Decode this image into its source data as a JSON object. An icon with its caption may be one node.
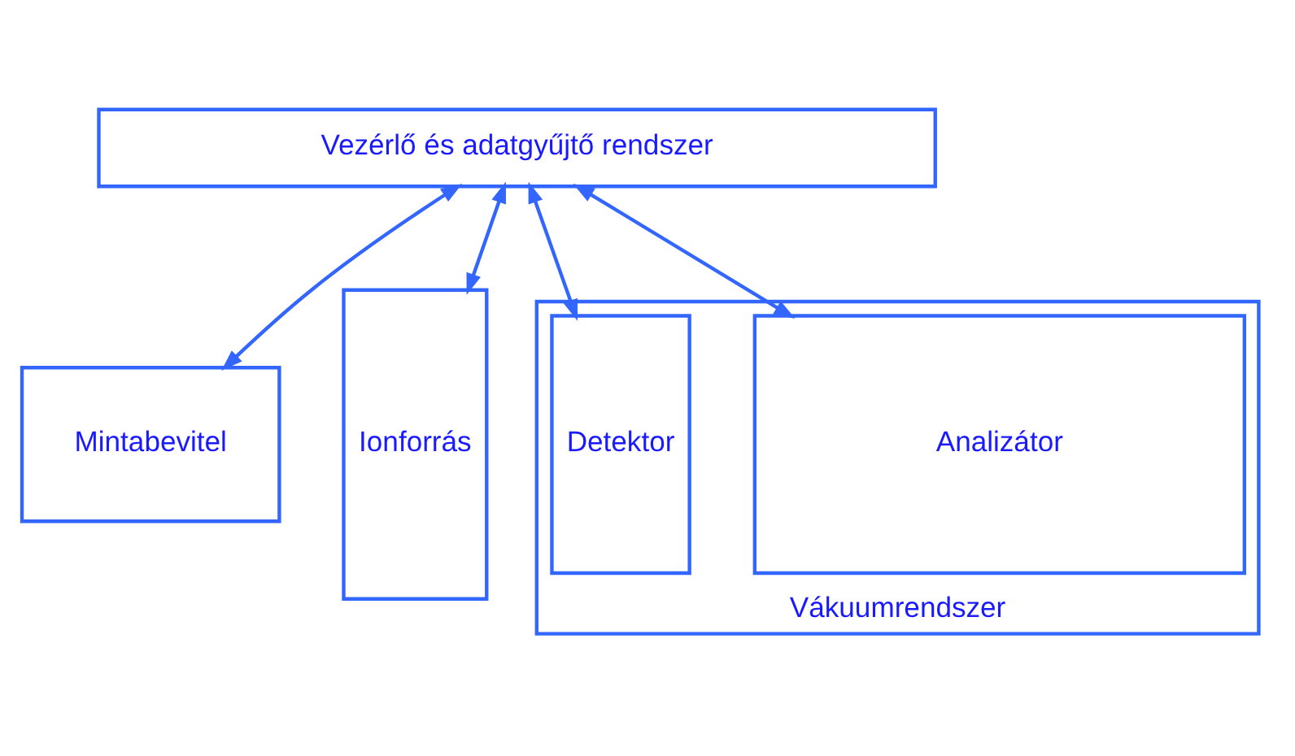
{
  "diagram": {
    "nodes": [
      {
        "text": [
          "Vezérlő és adatgyűjtő rendszer"
        ]
      },
      {
        "text": [
          "Mintabevitel"
        ]
      },
      {
        "text": [
          "Ionforrás"
        ]
      },
      {
        "text": [
          "Vákuumrendszer"
        ]
      },
      {
        "text": [
          "Analizátor"
        ],
        "in": 3
      },
      {
        "text": [
          "Detektor"
        ],
        "in": 3
      }
    ],
    "edges": [
      {
        "from": 0,
        "to": 1,
        "arrow": "both"
      },
      {
        "from": 0,
        "to": 2,
        "arrow": "both"
      },
      {
        "from": 0,
        "to": 4,
        "arrow": "both"
      },
      {
        "from": 0,
        "to": 5,
        "arrow": "both"
      }
    ]
  }
}
